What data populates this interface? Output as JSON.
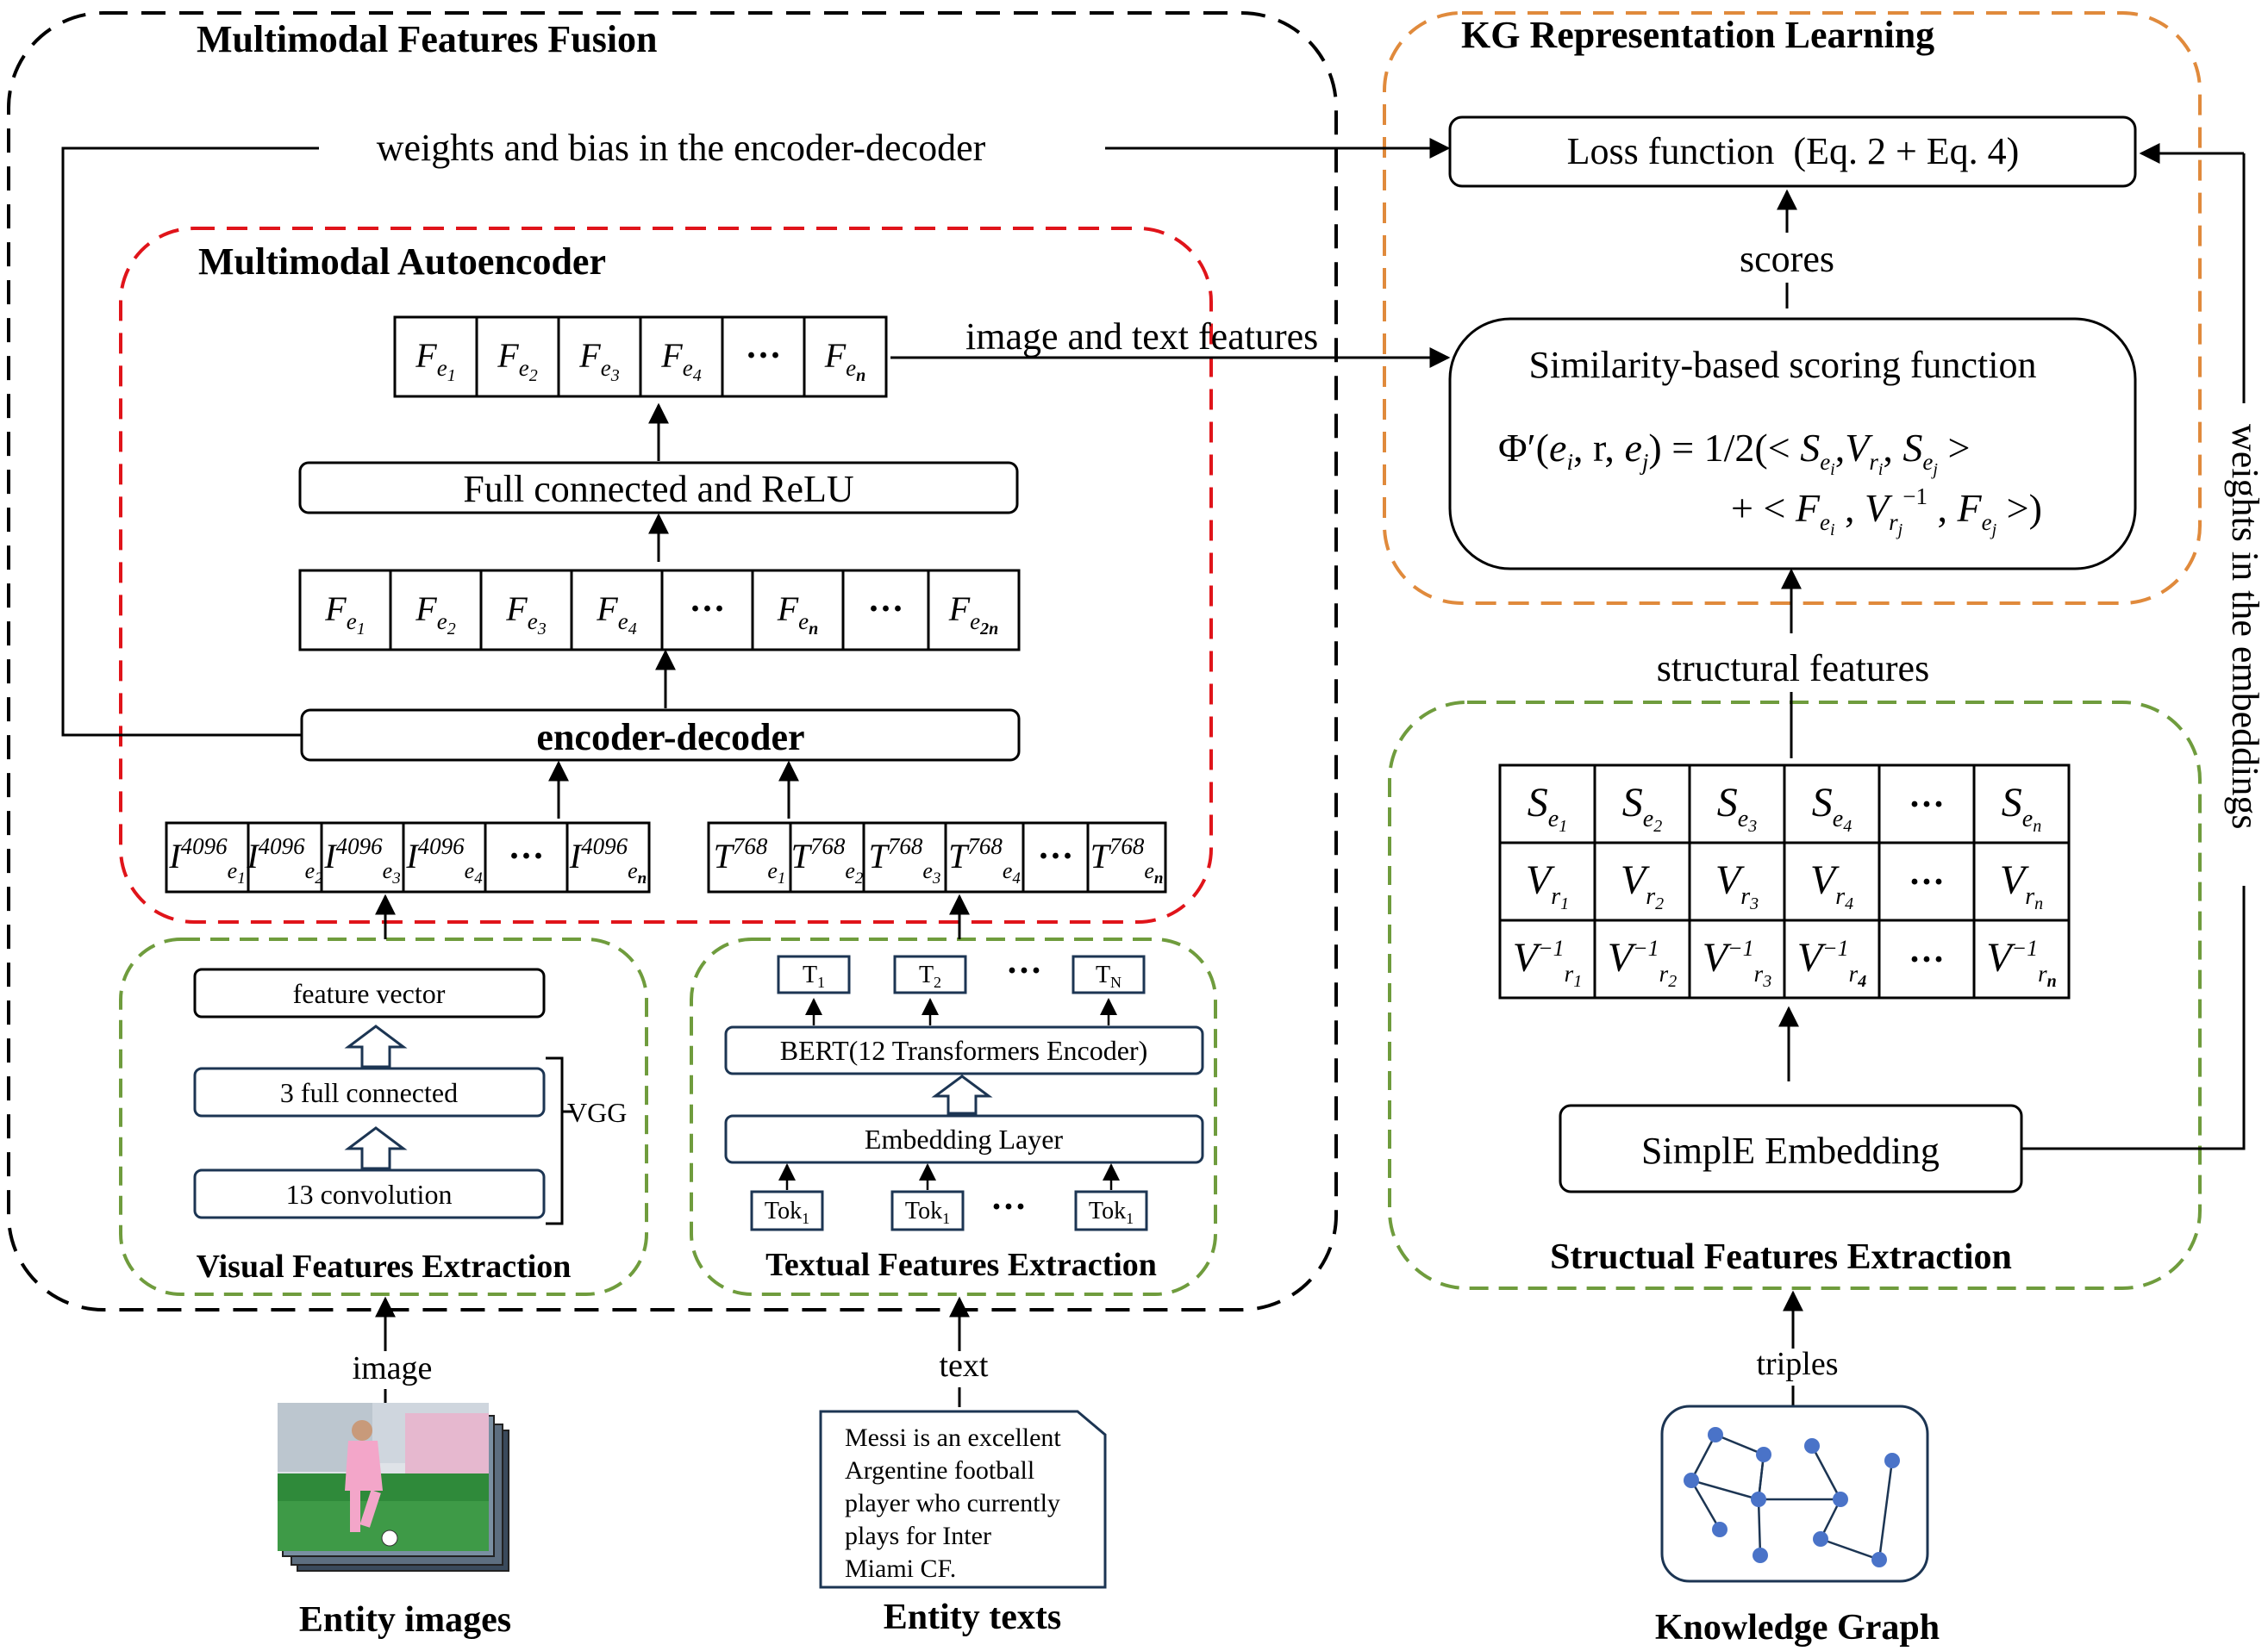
{
  "regions": {
    "fusion": "Multimodal Features Fusion",
    "autoencoder": "Multimodal Autoencoder",
    "kg": "KG Representation Learning",
    "visual": "Visual Features Extraction",
    "textual": "Textual Features Extraction",
    "structural": "Structual Features Extraction"
  },
  "edges": {
    "weights_bias": "weights and bias in the encoder-decoder",
    "image_text_features": "image and text features",
    "scores": "scores",
    "structural_features": "structural features",
    "weights_embeddings": "weights in the embeddings",
    "image": "image",
    "text": "text",
    "triples": "triples"
  },
  "boxes": {
    "fc_relu": "Full connected and ReLU",
    "encoder_decoder": "encoder-decoder",
    "loss": "Loss function  (Eq. 2 + Eq. 4)",
    "scoring_title": "Similarity-based scoring function",
    "simple": "SimplE Embedding",
    "feature_vector": "feature vector",
    "full_connected": "3 full connected",
    "convolution": "13 convolution",
    "vgg": "VGG",
    "bert": "BERT(12 Transformers Encoder)",
    "embedding_layer": "Embedding Layer"
  },
  "symbols": {
    "F": "F",
    "e": "e",
    "S": "S",
    "V": "V",
    "I": "I",
    "T": "T",
    "r": "r",
    "ellipsis": "···",
    "inv": "−1",
    "img_dim": "4096",
    "txt_dim": "768",
    "tok": "Tok",
    "one": "1",
    "subs4": [
      "1",
      "2",
      "3",
      "4"
    ],
    "n": "n",
    "two_n": "2n",
    "N": "N",
    "t_subs": [
      "1",
      "2",
      "N"
    ],
    "equation_line1_a": "Φ′(",
    "equation_line1_b": ", r, ",
    "equation_line1_c": ") = 1/2(< ",
    "equation_i": "i",
    "equation_j": "j",
    "equation_comma": ",",
    "equation_close1": " >",
    "equation_line2_a": "+ < ",
    "equation_line2_b": " >)"
  },
  "inputs": {
    "images_label": "Entity images",
    "texts_label": "Entity texts",
    "kg_label": "Knowledge Graph",
    "entity_text_lines": [
      "Messi is an excellent",
      "Argentine football",
      "player who currently",
      "plays for Inter",
      "Miami CF."
    ]
  },
  "colors": {
    "fusion_border": "#000000",
    "autoencoder_border": "#e0141a",
    "kg_border": "#e08a3c",
    "extraction_border": "#6f9c3d",
    "small_box_border": "#1c3553",
    "node": "#4a73c8"
  }
}
